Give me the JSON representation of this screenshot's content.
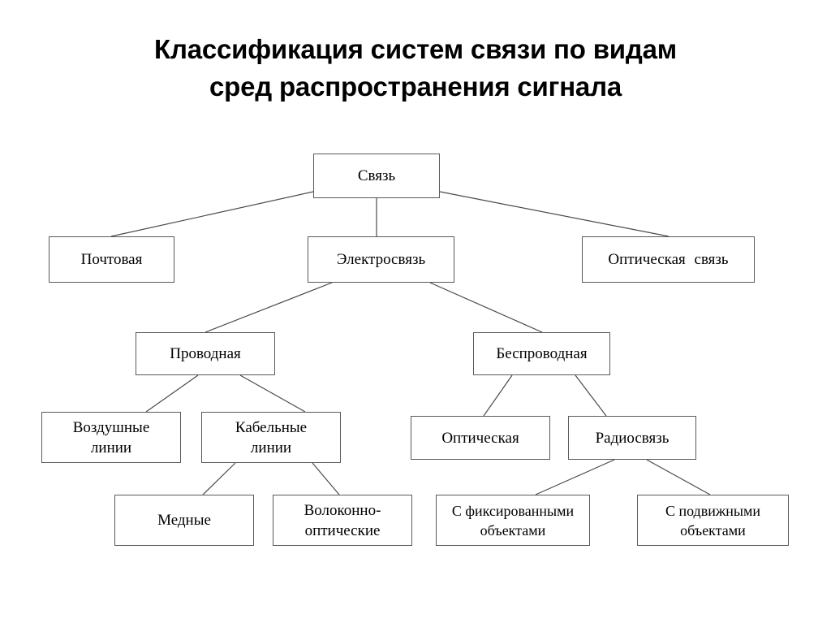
{
  "title": {
    "line1": "Классификация систем связи по видам",
    "line2": "сред распространения сигнала"
  },
  "diagram": {
    "type": "tree",
    "orientation": "top-down",
    "colors": {
      "background": "#ffffff",
      "box_border": "#5a5a5a",
      "edge": "#4a4a4a",
      "text": "#000000"
    },
    "nodes": [
      {
        "id": "svyaz",
        "label": "Связь",
        "level": 0
      },
      {
        "id": "pochtovaya",
        "label": "Почтовая",
        "level": 1
      },
      {
        "id": "elektrosvyaz",
        "label": "Электросвязь",
        "level": 1
      },
      {
        "id": "opt_svyaz",
        "label": "Оптическая связь",
        "level": 1
      },
      {
        "id": "provodnaya",
        "label": "Проводная",
        "level": 2
      },
      {
        "id": "besprovodnaya",
        "label": "Беспроводная",
        "level": 2
      },
      {
        "id": "vozdushnye",
        "label": "Воздушные\nлинии",
        "level": 3
      },
      {
        "id": "kabelnye",
        "label": "Кабельные\nлинии",
        "level": 3
      },
      {
        "id": "opticheskaya",
        "label": "Оптическая",
        "level": 3
      },
      {
        "id": "radiosvyaz",
        "label": "Радиосвязь",
        "level": 3
      },
      {
        "id": "mednye",
        "label": "Медные",
        "level": 4
      },
      {
        "id": "volokonno",
        "label": "Волоконно-\nоптические",
        "level": 4
      },
      {
        "id": "fiksirovannye",
        "label": "С фиксированными\nобъектами",
        "level": 4
      },
      {
        "id": "podvizhnye",
        "label": "С подвижными\nобъектами",
        "level": 4
      }
    ],
    "edges": [
      {
        "from": "svyaz",
        "to": "pochtovaya"
      },
      {
        "from": "svyaz",
        "to": "elektrosvyaz"
      },
      {
        "from": "svyaz",
        "to": "opt_svyaz"
      },
      {
        "from": "elektrosvyaz",
        "to": "provodnaya"
      },
      {
        "from": "elektrosvyaz",
        "to": "besprovodnaya"
      },
      {
        "from": "provodnaya",
        "to": "vozdushnye"
      },
      {
        "from": "provodnaya",
        "to": "kabelnye"
      },
      {
        "from": "besprovodnaya",
        "to": "opticheskaya"
      },
      {
        "from": "besprovodnaya",
        "to": "radiosvyaz"
      },
      {
        "from": "kabelnye",
        "to": "mednye"
      },
      {
        "from": "kabelnye",
        "to": "volokonno"
      },
      {
        "from": "radiosvyaz",
        "to": "fiksirovannye"
      },
      {
        "from": "radiosvyaz",
        "to": "podvizhnye"
      }
    ]
  }
}
